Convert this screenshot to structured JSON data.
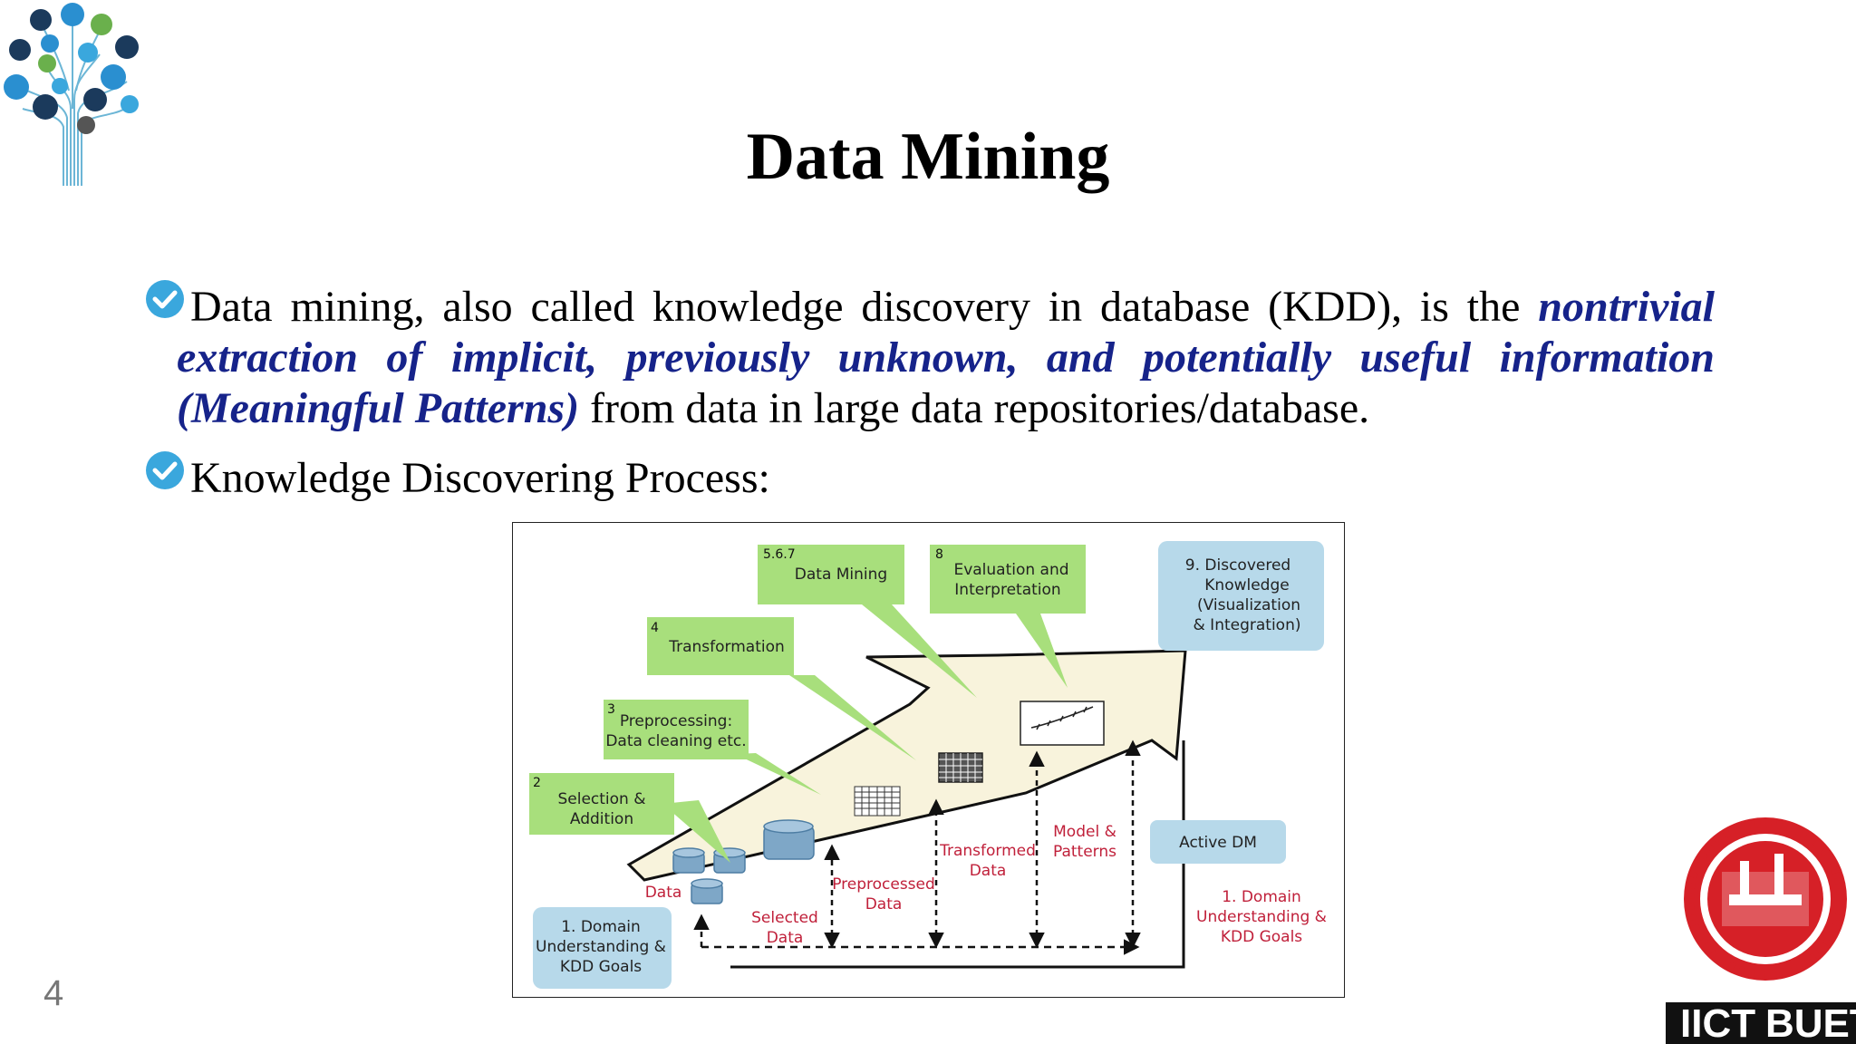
{
  "slide": {
    "title": "Data Mining",
    "number": "4"
  },
  "bullets": [
    {
      "icon": "check-circle-icon",
      "text_start": "Data mining, also called knowledge discovery in database (KDD), is the",
      "text_emphasis": "nontrivial extraction of implicit, previously unknown, and potentially useful information (Meaningful Patterns)",
      "text_end": "from data in large data repositories/database."
    },
    {
      "icon": "check-circle-icon",
      "text": "Knowledge Discovering Process:"
    }
  ],
  "diagram": {
    "steps": {
      "s2": {
        "num": "2",
        "line1": "Selection &",
        "line2": "Addition"
      },
      "s3": {
        "num": "3",
        "line1": "Preprocessing:",
        "line2": "Data cleaning etc."
      },
      "s4": {
        "num": "4",
        "line1": "Transformation"
      },
      "s567": {
        "num": "5.6.7",
        "line1": "Data Mining"
      },
      "s8": {
        "num": "8",
        "line1": "Evaluation and",
        "line2": "Interpretation"
      },
      "s9": {
        "line1": "9.  Discovered",
        "line2": "Knowledge",
        "line3": "(Visualization",
        "line4": "& Integration)"
      },
      "domain_left": {
        "line1": "1. Domain",
        "line2": "Understanding &",
        "line3": "KDD Goals"
      },
      "active_dm": {
        "line1": "Active DM"
      },
      "domain_right": {
        "line1": "1. Domain",
        "line2": "Understanding &",
        "line3": "KDD Goals"
      }
    },
    "labels": {
      "data": "Data",
      "selected_1": "Selected",
      "selected_2": "Data",
      "preprocessed_1": "Preprocessed",
      "preprocessed_2": "Data",
      "transformed_1": "Transformed",
      "transformed_2": "Data",
      "model_1": "Model &",
      "model_2": "Patterns"
    }
  },
  "logos": {
    "buet_text_left": "IICT",
    "buet_text_right": "BUET"
  },
  "colors": {
    "emphasis": "#16238a",
    "check": "#3aa7dd",
    "green_box": "#a8df7c",
    "blue_box": "#b7d9ea",
    "arrow_fill": "#f8f3dc",
    "red_label": "#c0203a",
    "buet_red": "#d62027"
  }
}
